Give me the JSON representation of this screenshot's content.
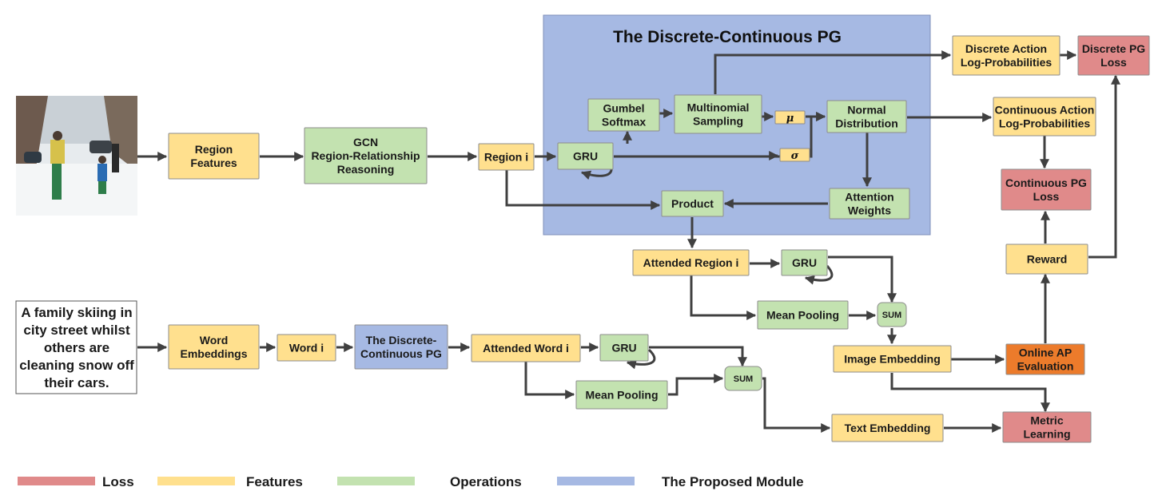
{
  "colors": {
    "loss": "#e08a8a",
    "features": "#ffe08e",
    "operations": "#c3e2b0",
    "proposed_module": "#a6b9e3",
    "evaluation": "#ec7b2b",
    "line": "#404040"
  },
  "module_title": "The Discrete-Continuous PG",
  "caption": [
    "A family skiing in",
    "city street whilst",
    "others are",
    "cleaning snow off",
    "their cars."
  ],
  "nodes": {
    "region_features": [
      "Region",
      "Features"
    ],
    "gcn": [
      "GCN",
      "Region-Relationship",
      "Reasoning"
    ],
    "region_i": [
      "Region i"
    ],
    "gru_pg": [
      "GRU"
    ],
    "gumbel_softmax": [
      "Gumbel",
      "Softmax"
    ],
    "multinomial_sampling": [
      "Multinomial",
      "Sampling"
    ],
    "mu": [
      "μ"
    ],
    "sigma": [
      "σ"
    ],
    "normal_distribution": [
      "Normal",
      "Distribution"
    ],
    "product": [
      "Product"
    ],
    "attention_weights": [
      "Attention",
      "Weights"
    ],
    "discrete_action_logp": [
      "Discrete Action",
      "Log-Probabilities"
    ],
    "discrete_pg_loss": [
      "Discrete PG",
      "Loss"
    ],
    "continuous_action_logp": [
      "Continuous Action",
      "Log-Probabilities"
    ],
    "continuous_pg_loss": [
      "Continuous PG",
      "Loss"
    ],
    "reward": [
      "Reward"
    ],
    "attended_region_i": [
      "Attended Region i"
    ],
    "gru_img": [
      "GRU"
    ],
    "mean_pooling_img": [
      "Mean Pooling"
    ],
    "sum_img": [
      "SUM"
    ],
    "image_embedding": [
      "Image Embedding"
    ],
    "online_ap_eval": [
      "Online AP",
      "Evaluation"
    ],
    "word_embeddings": [
      "Word",
      "Embeddings"
    ],
    "word_i": [
      "Word i"
    ],
    "pg_module_small": [
      "The Discrete-",
      "Continuous PG"
    ],
    "attended_word_i": [
      "Attended Word i"
    ],
    "gru_txt": [
      "GRU"
    ],
    "mean_pooling_txt": [
      "Mean Pooling"
    ],
    "sum_txt": [
      "SUM"
    ],
    "text_embedding": [
      "Text Embedding"
    ],
    "metric_learning": [
      "Metric",
      "Learning"
    ]
  },
  "legend": [
    {
      "key": "loss",
      "label": "Loss"
    },
    {
      "key": "features",
      "label": "Features"
    },
    {
      "key": "operations",
      "label": "Operations"
    },
    {
      "key": "proposed_module",
      "label": "The Proposed Module"
    }
  ]
}
